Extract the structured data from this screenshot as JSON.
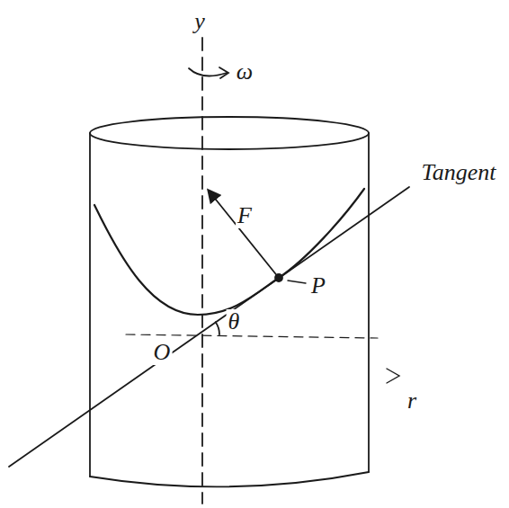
{
  "diagram": {
    "labels": [
      "y",
      "ω",
      "F",
      "Tangent",
      "P",
      "θ",
      "O",
      "r"
    ]
  }
}
